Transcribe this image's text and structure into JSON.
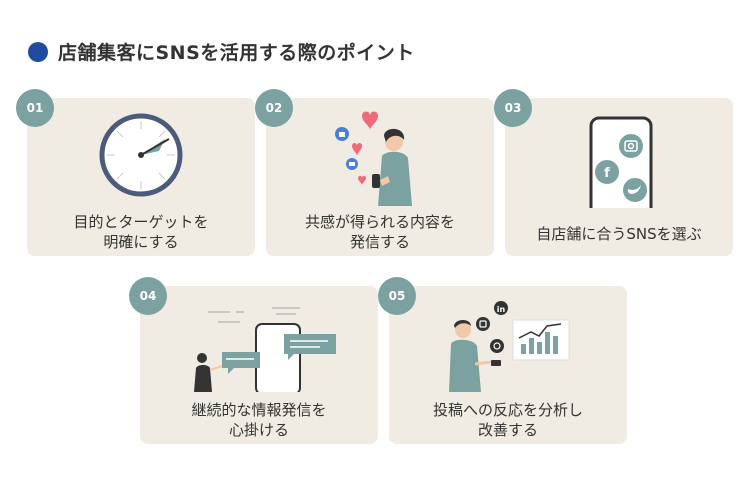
{
  "title": "店舗集客にSNSを活用する際のポイント",
  "colors": {
    "accent": "#1f4c9e",
    "badge": "#7ba1a0",
    "card": "#f0ece4",
    "heart": "#f06b7a",
    "like": "#4a7fd8"
  },
  "points": [
    {
      "number": "01",
      "line1": "目的とターゲットを",
      "line2": "明確にする",
      "icon": "target-icon"
    },
    {
      "number": "02",
      "line1": "共感が得られる内容を",
      "line2": "発信する",
      "icon": "social-reaction-icon"
    },
    {
      "number": "03",
      "line1": "自店舗に合うSNSを選ぶ",
      "line2": "",
      "icon": "smartphone-sns-icon"
    },
    {
      "number": "04",
      "line1": "継続的な情報発信を",
      "line2": "心掛ける",
      "icon": "chat-bubbles-icon"
    },
    {
      "number": "05",
      "line1": "投稿への反応を分析し",
      "line2": "改善する",
      "icon": "analytics-icon"
    }
  ]
}
